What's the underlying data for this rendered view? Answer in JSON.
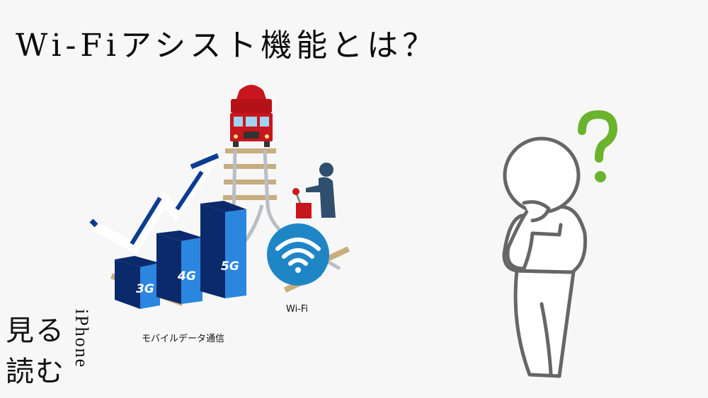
{
  "title": "Wi-Fiアシスト機能とは？",
  "logo": {
    "line1": "見る",
    "line2": "読む",
    "vertical": "iPhone"
  },
  "illustration": {
    "mobile_bars": [
      "3G",
      "4G",
      "5G"
    ],
    "mobile_label": "モバイルデータ通信",
    "wifi_label": "Wi-Fi",
    "colors": {
      "train_red": "#c8161d",
      "bar_blue": "#1a5fd0",
      "bar_dark": "#0b2a6b",
      "wifi_blue": "#1f86c6",
      "question_green": "#6ab42d",
      "person_silhouette": "#2f4f6f",
      "figure_outline": "#666666",
      "track_wood": "#c8ad7f",
      "rail_gray": "#b8bec4"
    }
  }
}
